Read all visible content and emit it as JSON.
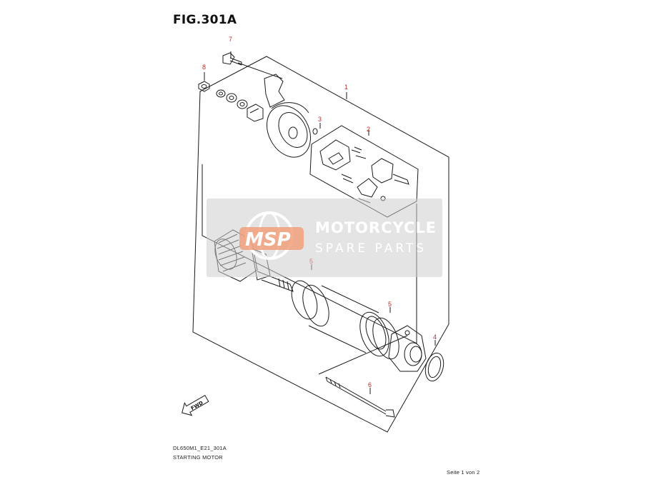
{
  "figure": {
    "title": "FIG.301A",
    "callouts": {
      "c1": "1",
      "c2": "2",
      "c3": "3",
      "c4": "4",
      "c5a": "5",
      "c5b": "5",
      "c6": "6",
      "c7": "7",
      "c8": "8"
    },
    "fwd_label": "FWD"
  },
  "footer": {
    "code": "DL650M1_E21_301A",
    "name": "STARTING MOTOR",
    "page": "Seite 1 von 2"
  },
  "watermark": {
    "logo_text": "MSP",
    "title": "MOTORCYCLE",
    "subtitle": "SPARE PARTS",
    "logo_color": "#f0a07a"
  }
}
